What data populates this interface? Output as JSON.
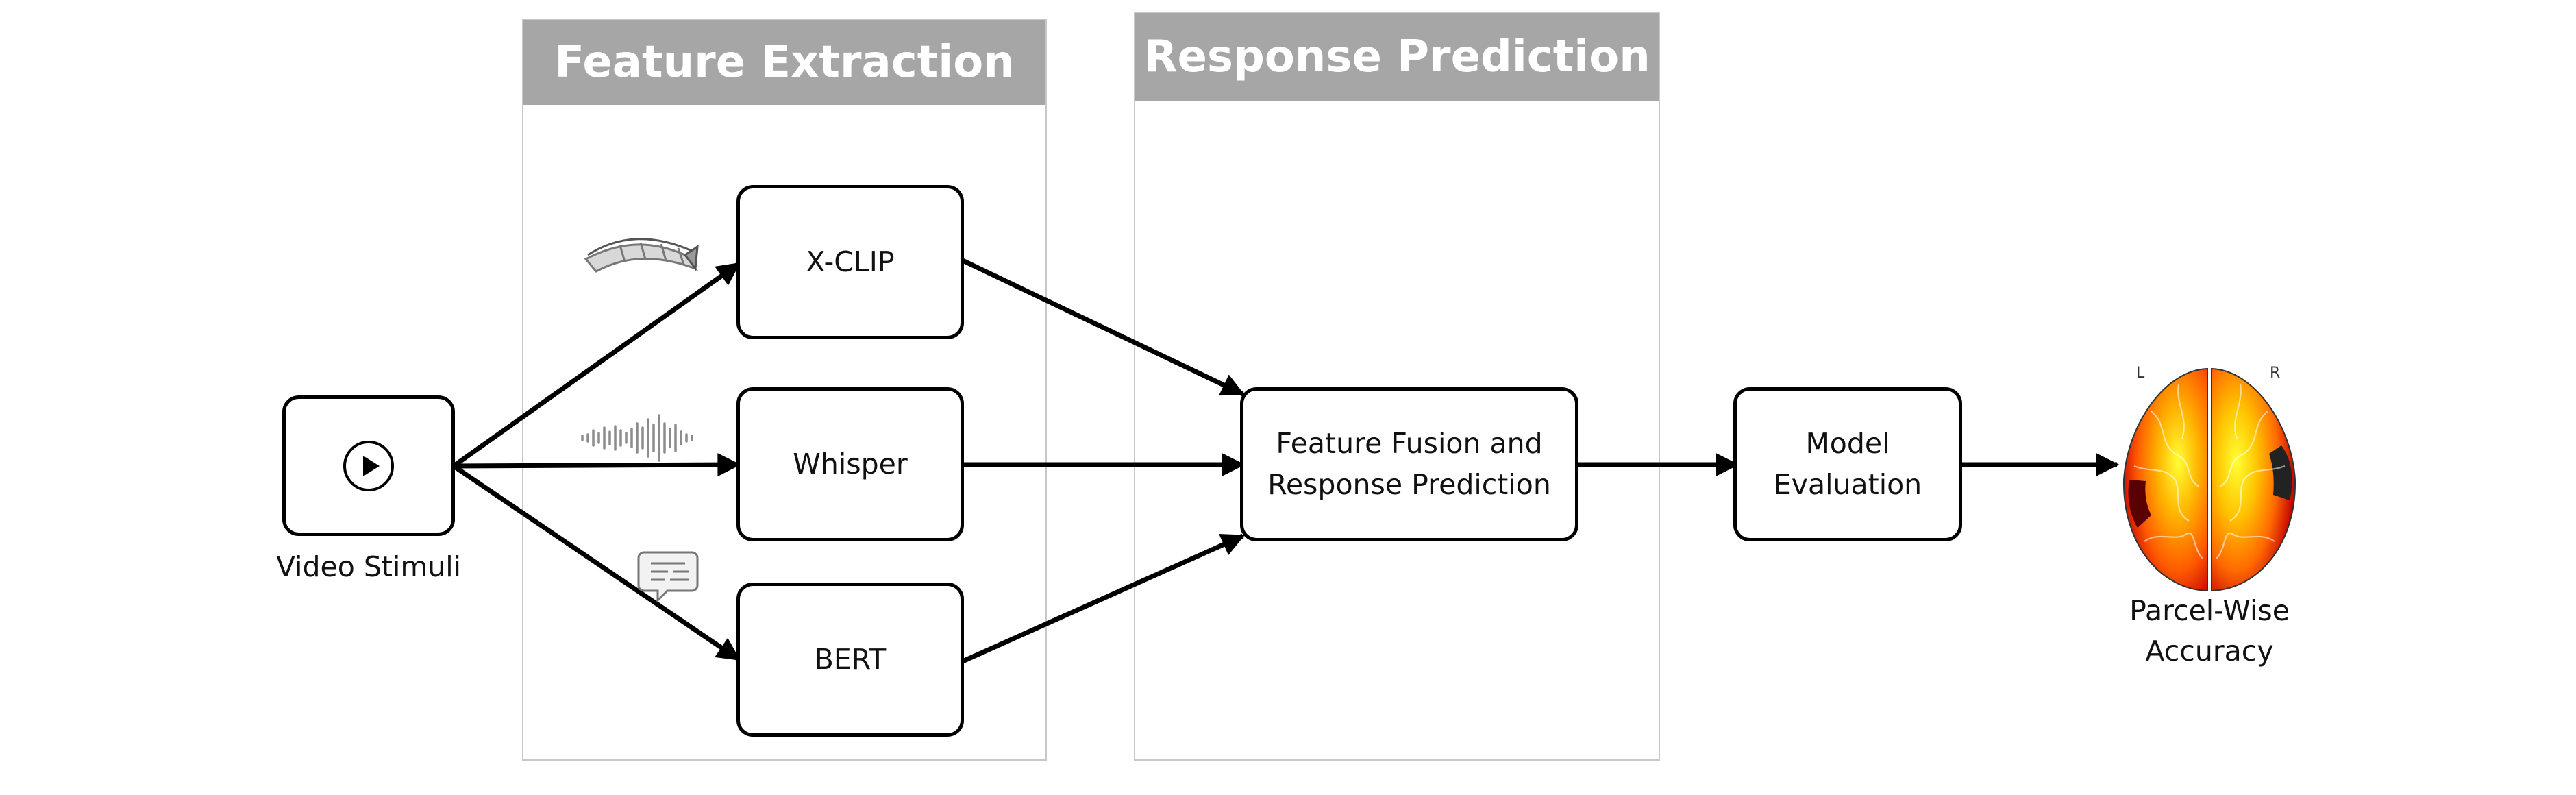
{
  "panels": {
    "feature_extraction": {
      "title": "Feature Extraction"
    },
    "response_prediction": {
      "title": "Response Prediction"
    }
  },
  "nodes": {
    "video": {
      "caption": "Video Stimuli",
      "icon": "play-icon"
    },
    "xclip": {
      "label": "X-CLIP"
    },
    "whisper": {
      "label": "Whisper"
    },
    "bert": {
      "label": "BERT"
    },
    "fusion": {
      "label": "Feature Fusion and\nResponse Prediction"
    },
    "evaluation": {
      "label": "Model\nEvaluation"
    }
  },
  "modality_icons": [
    "film-strip-icon",
    "audio-waveform-icon",
    "text-bubble-icon"
  ],
  "output": {
    "caption": "Parcel-Wise\nAccuracy",
    "hemisphere_left": "L",
    "hemisphere_right": "R",
    "icon": "brain-heatmap-icon"
  },
  "colors": {
    "panel_header": "#a6a6a6",
    "panel_border": "#c8c8c8",
    "arrow": "#000000",
    "heatmap_high": "#ffff33",
    "heatmap_mid": "#ff6a00",
    "heatmap_low": "#c40000"
  }
}
